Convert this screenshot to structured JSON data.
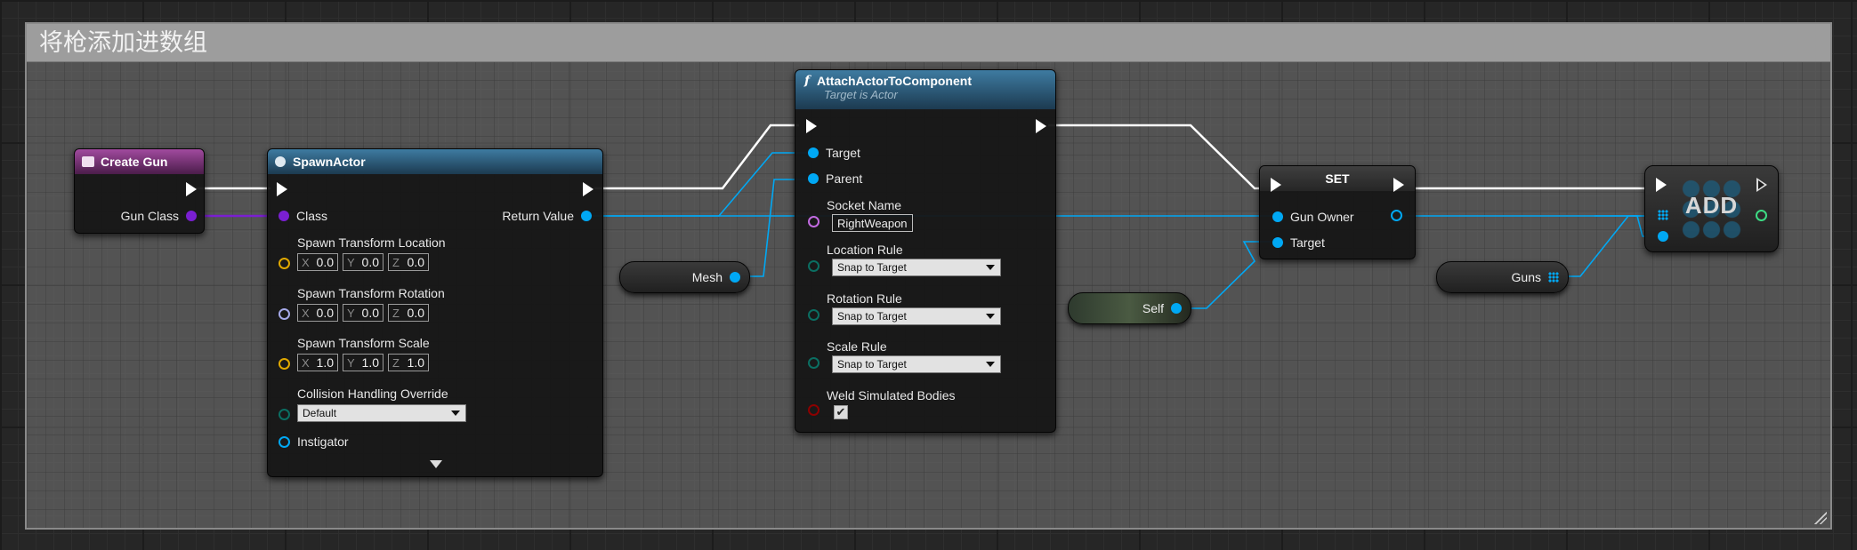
{
  "comment": {
    "title": "将枪添加进数组"
  },
  "create_gun": {
    "title": "Create Gun",
    "icon": "function-entry-icon",
    "output_pin": "Gun Class"
  },
  "spawn_actor": {
    "title": "SpawnActor",
    "icon": "spawn-icon",
    "class_label": "Class",
    "return_label": "Return Value",
    "location_label": "Spawn Transform Location",
    "location": {
      "x": "0.0",
      "y": "0.0",
      "z": "0.0"
    },
    "rotation_label": "Spawn Transform Rotation",
    "rotation": {
      "x": "0.0",
      "y": "0.0",
      "z": "0.0"
    },
    "scale_label": "Spawn Transform Scale",
    "scale": {
      "x": "1.0",
      "y": "1.0",
      "z": "1.0"
    },
    "collision_label": "Collision Handling Override",
    "collision_value": "Default",
    "instigator_label": "Instigator",
    "axis": {
      "x": "X",
      "y": "Y",
      "z": "Z"
    }
  },
  "mesh_var": {
    "label": "Mesh"
  },
  "attach": {
    "title": "AttachActorToComponent",
    "subtitle": "Target is Actor",
    "icon": "function-f-icon",
    "target_label": "Target",
    "parent_label": "Parent",
    "socket_label": "Socket Name",
    "socket_value": "RightWeapon",
    "location_rule_label": "Location Rule",
    "location_rule_value": "Snap to Target",
    "rotation_rule_label": "Rotation Rule",
    "rotation_rule_value": "Snap to Target",
    "scale_rule_label": "Scale Rule",
    "scale_rule_value": "Snap to Target",
    "weld_label": "Weld Simulated Bodies",
    "weld_checked": "✔"
  },
  "self_var": {
    "label": "Self"
  },
  "set_node": {
    "title": "SET",
    "gun_owner_label": "Gun Owner",
    "target_label": "Target"
  },
  "guns_var": {
    "label": "Guns"
  },
  "add_node": {
    "title": "ADD"
  },
  "colors": {
    "exec": "#ffffff",
    "object_pin": "#00a8f4",
    "class_pin": "#7a1fd1",
    "int_pin": "#3ddc84"
  }
}
